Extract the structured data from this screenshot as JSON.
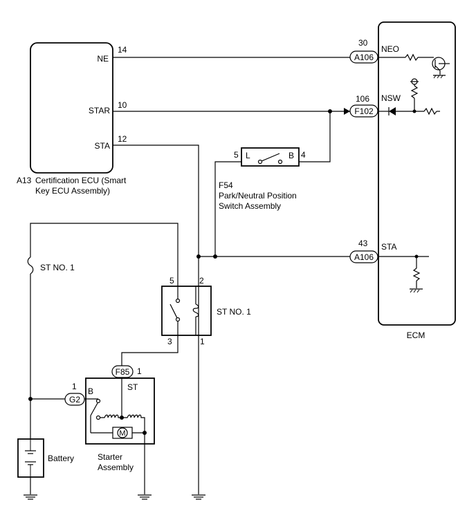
{
  "certification_ecu": {
    "code": "A13",
    "title_line1": "Certification ECU (Smart",
    "title_line2": "Key ECU Assembly)",
    "pins": [
      {
        "pin": "14",
        "name": "NE"
      },
      {
        "pin": "10",
        "name": "STAR"
      },
      {
        "pin": "12",
        "name": "STA"
      }
    ]
  },
  "ecm": {
    "label": "ECM",
    "terminals": [
      {
        "pin": "30",
        "name": "NEO",
        "connector": "A106"
      },
      {
        "pin": "106",
        "name": "NSW",
        "connector": "F102"
      },
      {
        "pin": "43",
        "name": "STA",
        "connector": "A106"
      }
    ]
  },
  "park_neutral_switch": {
    "code": "F54",
    "title_line1": "Park/Neutral Position",
    "title_line2": "Switch Assembly",
    "terminal_l": "L",
    "terminal_b": "B",
    "pin_left": "5",
    "pin_right": "4"
  },
  "st_relay": {
    "label": "ST NO. 1",
    "pins": [
      "5",
      "2",
      "3",
      "1"
    ]
  },
  "st_fuse": {
    "label": "ST NO. 1"
  },
  "starter": {
    "title_line1": "Starter",
    "title_line2": "Assembly",
    "connector_st": "F85",
    "pin_st": "1",
    "terminal_st": "ST",
    "connector_b": "G2",
    "pin_b": "1",
    "terminal_b": "B",
    "motor_symbol": "M"
  },
  "battery": {
    "label": "Battery"
  }
}
